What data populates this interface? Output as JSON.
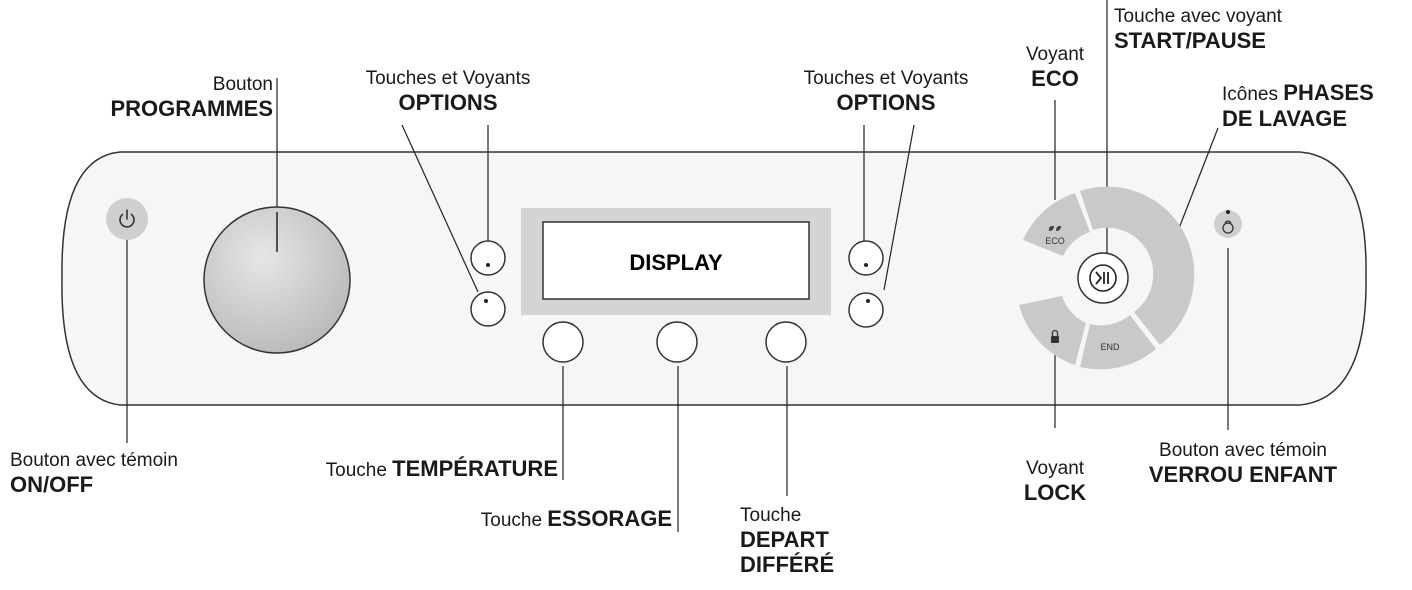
{
  "display": {
    "text": "DISPLAY"
  },
  "ring": {
    "eco": "ECO",
    "end": "END"
  },
  "labels": {
    "onoff": {
      "l1": "Bouton avec témoin",
      "l2": "ON/OFF"
    },
    "programmes": {
      "l1": "Bouton",
      "l2": "PROGRAMMES"
    },
    "options_left": {
      "l1": "Touches et Voyants",
      "l2": "OPTIONS"
    },
    "options_right": {
      "l1": "Touches et Voyants",
      "l2": "OPTIONS"
    },
    "temperature": {
      "l1": "Touche ",
      "l2": "TEMPÉRATURE"
    },
    "essorage": {
      "l1": "Touche ",
      "l2": "ESSORAGE"
    },
    "depart": {
      "l1": "Touche",
      "l2": "DEPART",
      "l3": "DIFFÉRÉ"
    },
    "eco": {
      "l1": "Voyant",
      "l2": "ECO"
    },
    "startpause": {
      "l1": "Touche avec voyant",
      "l2": "START/PAUSE"
    },
    "phases": {
      "l1": "Icônes ",
      "l2": "PHASES",
      "l3": "DE LAVAGE"
    },
    "lock": {
      "l1": "Voyant",
      "l2": "LOCK"
    },
    "verrou": {
      "l1": "Bouton avec témoin",
      "l2": "VERROU ENFANT"
    }
  }
}
